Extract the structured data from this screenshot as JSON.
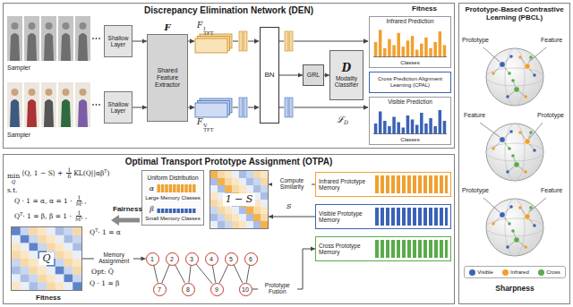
{
  "diagram": {
    "nodes": [
      {
        "text": [
          "Discrepancy Elimination Network (DEN)"
        ]
      },
      {
        "text": [
          "Shallow Layer"
        ],
        "in": 0
      },
      {
        "text": [
          "F",
          "Shared Feature Extractor"
        ],
        "in": 0
      },
      {
        "text": [
          "Shallow Layer"
        ],
        "in": 0
      },
      {
        "text": [
          "BN"
        ],
        "in": 0
      },
      {
        "text": [
          "GRL"
        ],
        "in": 0
      },
      {
        "text": [
          "D",
          "Modality Classifier"
        ],
        "in": 0
      },
      {
        "text": [
          "Infrared Prediction",
          "Classes"
        ],
        "in": 0
      },
      {
        "text": [
          "Cross Prediction Alignment Learning (CPAL)"
        ],
        "in": 0
      },
      {
        "text": [
          "Visible Prediction",
          "Classes"
        ],
        "in": 0
      },
      {
        "text": [
          "Optimal Transport Prototype Assignment (OTPA)"
        ]
      },
      {
        "text": [
          "Uniform Distribution",
          "α",
          "Large Memory Classes",
          "β",
          "Small Memory Classes"
        ],
        "in": 10
      },
      {
        "text": [
          "1 − S"
        ],
        "in": 10
      },
      {
        "text": [
          "Infrared Prototype Memory"
        ],
        "in": 10
      },
      {
        "text": [
          "Visible Prototype Memory"
        ],
        "in": 10
      },
      {
        "text": [
          "Cross Prototype Memory"
        ],
        "in": 10
      },
      {
        "text": [
          "Q"
        ],
        "in": 10
      },
      {
        "text": [
          "1"
        ],
        "in": 10
      },
      {
        "text": [
          "2"
        ],
        "in": 10
      },
      {
        "text": [
          "3"
        ],
        "in": 10
      },
      {
        "text": [
          "4"
        ],
        "in": 10
      },
      {
        "text": [
          "5"
        ],
        "in": 10
      },
      {
        "text": [
          "6"
        ],
        "in": 10
      },
      {
        "text": [
          "7"
        ],
        "in": 10
      },
      {
        "text": [
          "8"
        ],
        "in": 10
      },
      {
        "text": [
          "9"
        ],
        "in": 10
      },
      {
        "text": [
          "10"
        ],
        "in": 10
      },
      {
        "text": [
          "Prototype-Based Contrastive Learning (PBCL)"
        ]
      }
    ],
    "edges": [
      {
        "from": 1,
        "to": 2,
        "arrow": "to"
      },
      {
        "from": 3,
        "to": 2,
        "arrow": "to"
      },
      {
        "from": 4,
        "to": 5,
        "arrow": "to"
      },
      {
        "from": 5,
        "to": 6,
        "arrow": "to"
      },
      {
        "from": 13,
        "to": 12,
        "arrow": "to",
        "label": "Compute Similarity"
      },
      {
        "from": 14,
        "to": 12,
        "arrow": "to"
      },
      {
        "from": 17,
        "to": 23,
        "arrow": "none"
      },
      {
        "from": 18,
        "to": 23,
        "arrow": "none"
      },
      {
        "from": 18,
        "to": 24,
        "arrow": "none"
      },
      {
        "from": 19,
        "to": 24,
        "arrow": "none"
      },
      {
        "from": 19,
        "to": 25,
        "arrow": "none"
      },
      {
        "from": 20,
        "to": 25,
        "arrow": "none"
      },
      {
        "from": 21,
        "to": 25,
        "arrow": "none"
      },
      {
        "from": 21,
        "to": 26,
        "arrow": "none"
      },
      {
        "from": 22,
        "to": 26,
        "arrow": "none"
      },
      {
        "from": 16,
        "to": 17,
        "arrow": "to",
        "label": "Memory Assignment"
      },
      {
        "from": 26,
        "to": 15,
        "arrow": "to",
        "label": "Prototype Fusion"
      }
    ],
    "labels": [
      "Sampler",
      "Sampler",
      "F",
      "I",
      "TFT",
      "F",
      "V",
      "TFT",
      "ℒ",
      "D",
      "Fitness",
      "min",
      "Q",
      "⟨Q, 1 − S⟩ +",
      "1",
      "δ",
      "KL(Q||αβ",
      "T",
      ")",
      "s.t.",
      "Q · 1 = α, α = 1 ·",
      "1",
      "M",
      "I",
      ",",
      "Q",
      "T",
      "· 1 = β, β = 1 ·",
      "1",
      "M",
      "V",
      ",",
      "Fairness",
      "Q",
      "T",
      "· 1 = α",
      "Opt: Q̂",
      "Q · 1 = β",
      "Fitness",
      "S",
      "Prototype",
      "Feature",
      "Feature",
      "Prototype",
      "Prototype",
      "Feature",
      "Sharpness"
    ],
    "legend": [
      {
        "text": "Visible",
        "color": "#3b63b5"
      },
      {
        "text": "Infrared",
        "color": "#f0a030"
      },
      {
        "text": "Cross",
        "color": "#5aab4a"
      }
    ]
  }
}
